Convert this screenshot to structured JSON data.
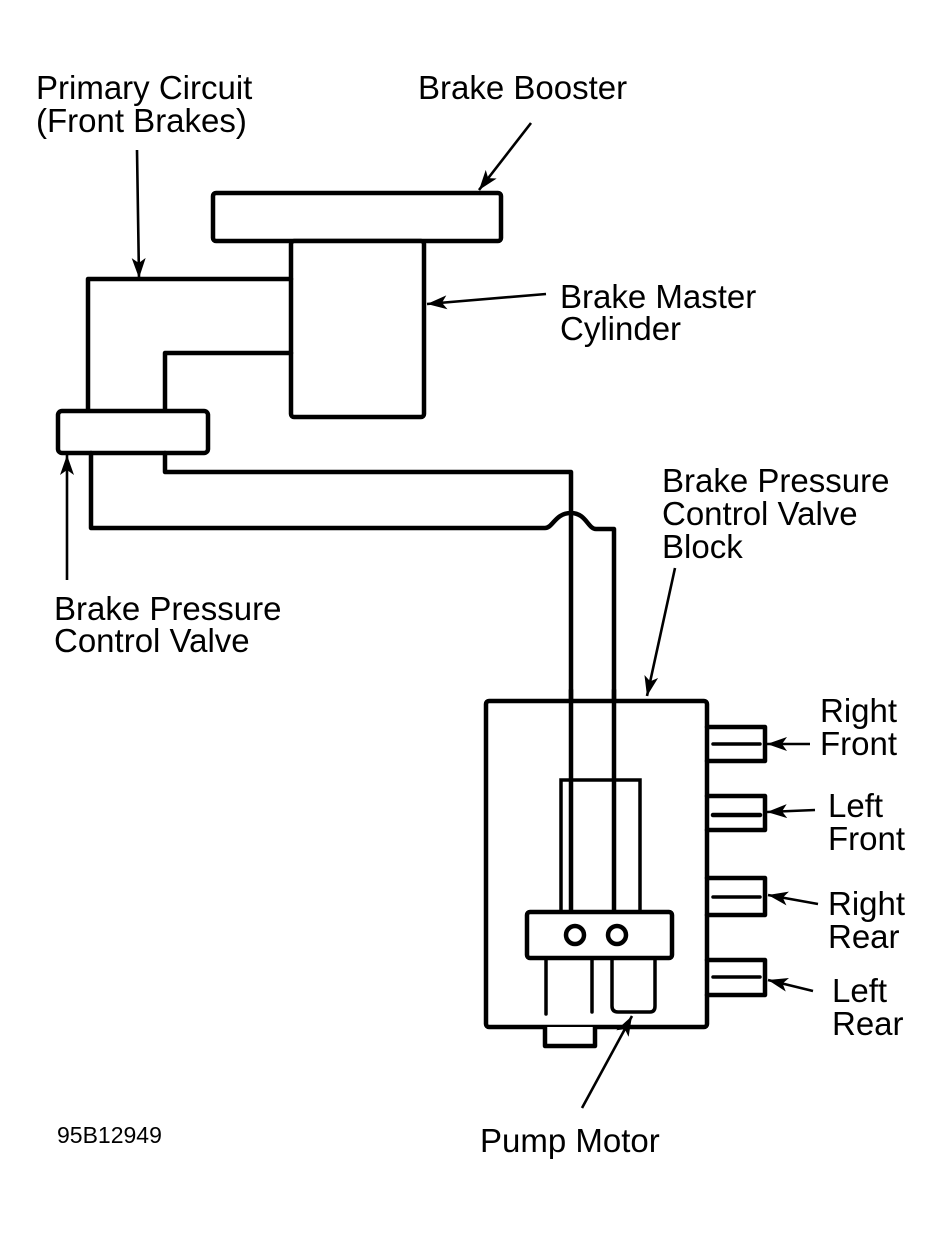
{
  "figure_id": "95B12949",
  "labels": {
    "primary_circuit": [
      "Primary Circuit",
      "(Front Brakes)"
    ],
    "brake_booster": [
      "Brake Booster"
    ],
    "brake_master_cylinder": [
      "Brake Master",
      "Cylinder"
    ],
    "brake_pressure_control_valve": [
      "Brake Pressure",
      "Control Valve"
    ],
    "brake_pressure_control_valve_block": [
      "Brake Pressure",
      "Control Valve",
      "Block"
    ],
    "right_front": [
      "Right",
      "Front"
    ],
    "left_front": [
      "Left",
      "Front"
    ],
    "right_rear": [
      "Right",
      "Rear"
    ],
    "left_rear": [
      "Left",
      "Rear"
    ],
    "pump_motor": [
      "Pump Motor"
    ]
  },
  "colors": {
    "ink": "#000000",
    "background": "#ffffff"
  }
}
